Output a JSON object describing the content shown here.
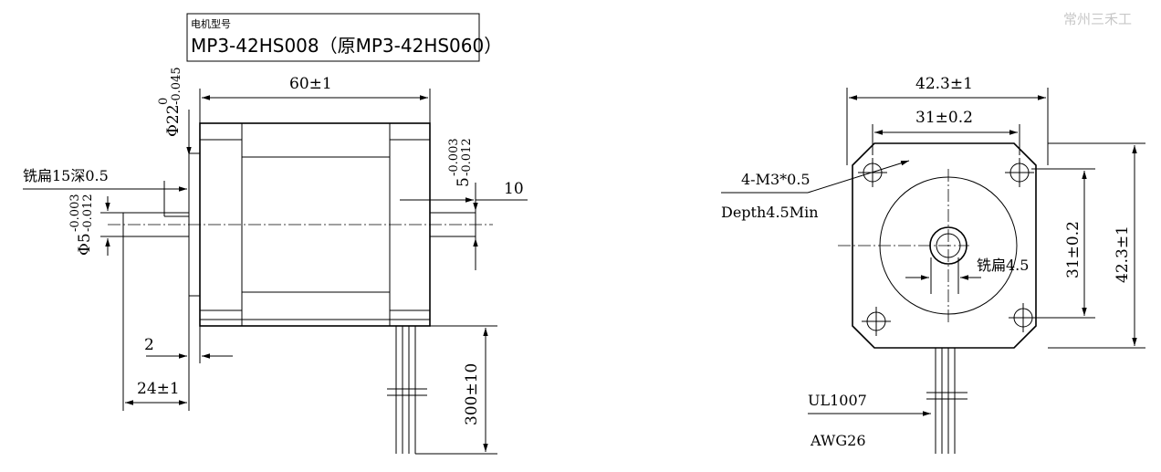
{
  "watermark": "常州三禾工",
  "model_box": {
    "label": "电机型号",
    "model": "MP3-42HS008（原MP3-42HS060）"
  },
  "side_view": {
    "body_length": "60±1",
    "flange_dia": "Φ22",
    "flange_tol_upper": "0",
    "flange_tol_lower": "-0.045",
    "flat_note": "铣扁15深0.5",
    "shaft_dia": "Φ5",
    "shaft_tol_upper": "-0.003",
    "shaft_tol_lower": "-0.012",
    "flange_thickness": "2",
    "shaft_length": "24±1",
    "rear_shaft_dia": "5",
    "rear_tol_upper": "-0.003",
    "rear_tol_lower": "-0.012",
    "rear_shaft_length": "10",
    "lead_length": "300±10"
  },
  "front_view": {
    "width_outer": "42.3±1",
    "hole_spacing_h": "31±0.2",
    "hole_spacing_v": "31±0.2",
    "height_outer": "42.3±1",
    "thread_note": "4-M3*0.5",
    "depth_note": "Depth4.5Min",
    "flat_note": "铣扁4.5",
    "wire_type": "UL1007",
    "wire_gauge": "AWG26"
  }
}
